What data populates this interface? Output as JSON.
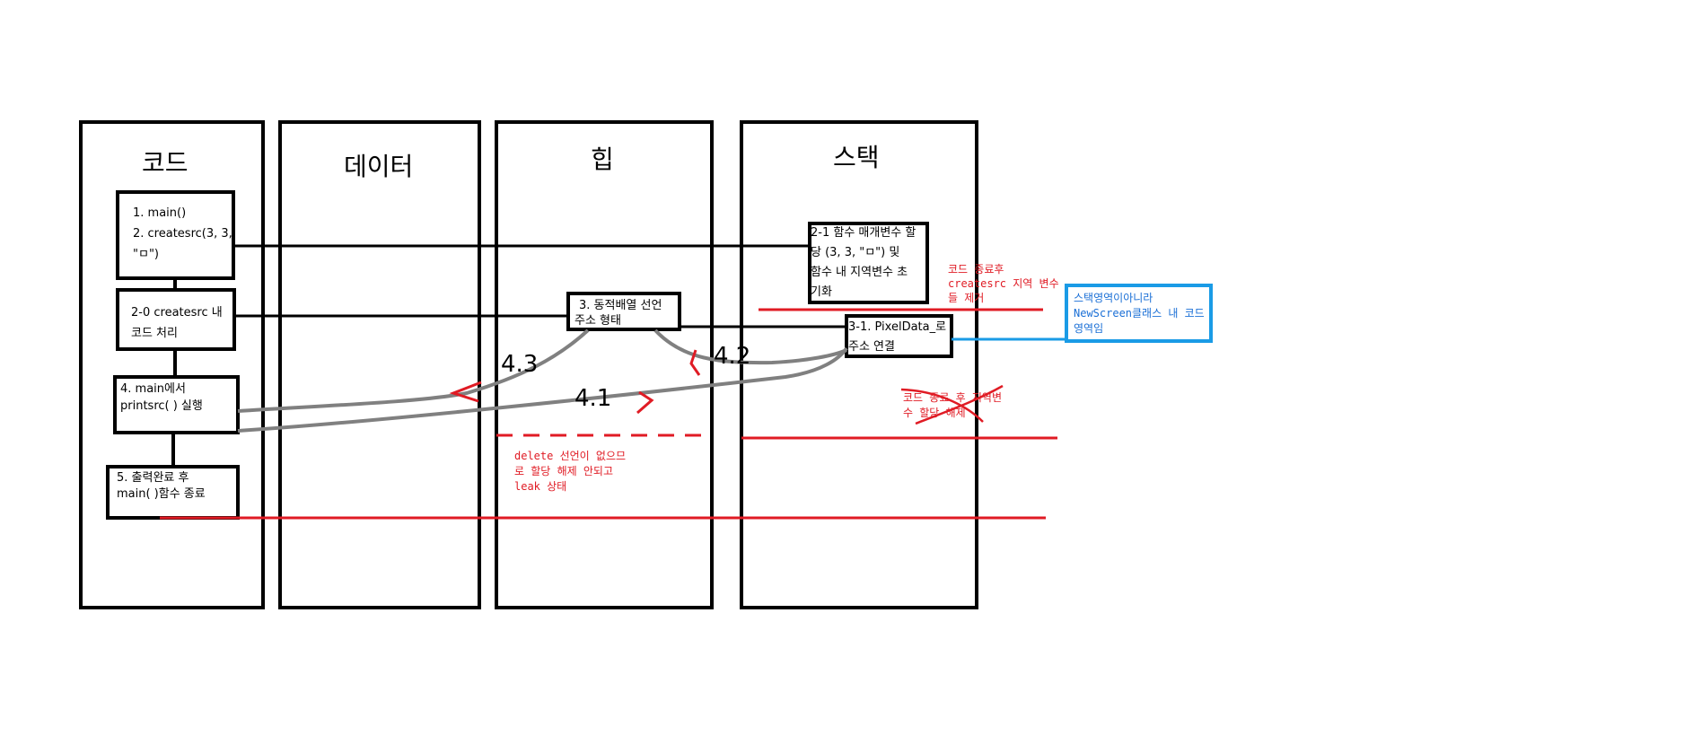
{
  "columns": {
    "code": "코드",
    "data": "데이터",
    "heap": "힙",
    "stack": "스택"
  },
  "code_boxes": {
    "step1_line1": "1. main()",
    "step1_line2": "2. createsrc(3, 3,",
    "step1_line3": "\"ㅁ\")",
    "step2_line1": "2-0 createsrc 내",
    "step2_line2": "코드 처리",
    "step4_line1": "4. main에서",
    "step4_line2": "printsrc( ) 실행",
    "step5_line1": "5. 출력완료 후",
    "step5_line2": "main( )함수 종료"
  },
  "heap_box": {
    "line1": "3. 동적배열 선언",
    "line2": "주소 형태"
  },
  "stack_boxes": {
    "params_line1": "2-1 함수 매개변수 할",
    "params_line2": "당 (3, 3, \"ㅁ\") 및",
    "params_line3": "함수 내 지역변수 초",
    "params_line4": "기화",
    "pixel_line1": "3-1. PixelData_로",
    "pixel_line2": "주소 연결"
  },
  "arrow_labels": {
    "a41": "4.1",
    "a42": "4.2",
    "a43": "4.3"
  },
  "annotations": {
    "red_top_line1": "코드 종료후",
    "red_top_line2": "createsrc 지역 변수",
    "red_top_line3": "들 제거",
    "red_strike_line1": "코드 종료 후 지역변",
    "red_strike_line2": "수 할당 해제",
    "red_heap_line1": "delete 선언이 없으므",
    "red_heap_line2": "로 할당 해제 안되고",
    "red_heap_line3": "leak 상태",
    "blue_line1": "스택영역이아니라",
    "blue_line2": "NewScreen클래스 내 코드",
    "blue_line3": "영역임"
  },
  "colors": {
    "ink": "#000000",
    "red": "#e01b24",
    "blue": "#1a9be6",
    "gray": "#808080"
  }
}
